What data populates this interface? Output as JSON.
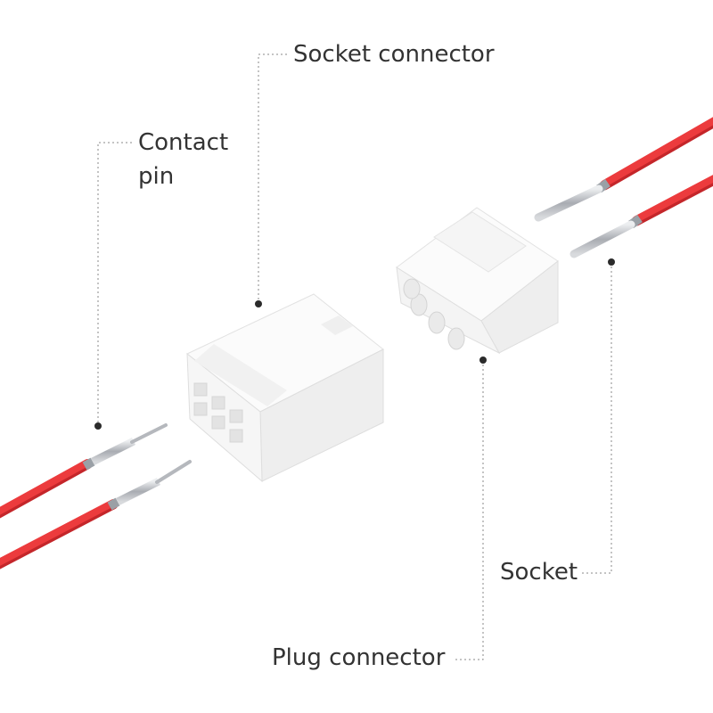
{
  "labels": {
    "socket_connector": "Socket connector",
    "contact_pin": [
      "Contact",
      "pin"
    ],
    "socket": "Socket",
    "plug_connector": "Plug connector"
  },
  "colors": {
    "wire": "#ec3b3d",
    "wire_shadow": "#c4262a",
    "housing": "#f7f7f7",
    "housing_shadow": "#dcdcdc",
    "metal": "#c9cbcf",
    "leader_line": "#888888",
    "text": "#333333"
  }
}
